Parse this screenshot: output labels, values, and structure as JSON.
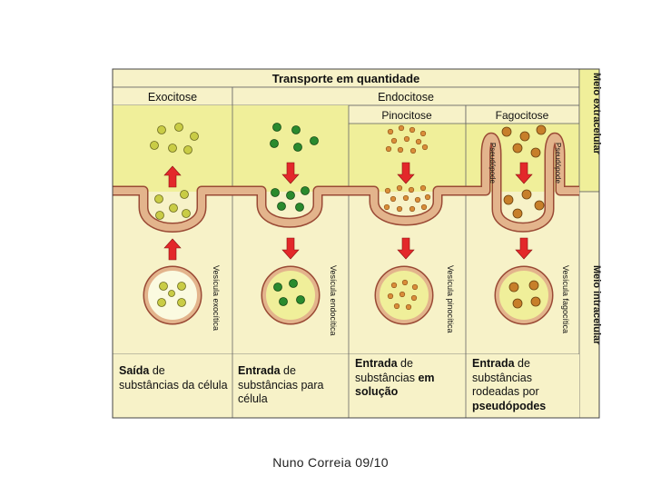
{
  "title": "Transporte em quantidade",
  "headers": {
    "exocitose": "Exocitose",
    "endocitose": "Endocitose",
    "pinocitose": "Pinocitose",
    "fagocitose": "Fagocitose"
  },
  "side_labels": {
    "extracellular": "Meio extracelular",
    "intracellular": "Meio intracelular"
  },
  "pseudopod_label": "Pseudópode",
  "vesicle_labels": {
    "exocitica": "Vesícula exocítica",
    "endocitica": "Vesícula endocítica",
    "pinocitica": "Vesícula pinocítica",
    "fagocitica": "Vesícula fagocítica"
  },
  "descriptions": [
    {
      "bold": "Saída",
      "rest": " de substâncias da célula"
    },
    {
      "bold": "Entrada",
      "rest": " de substâncias para célula"
    },
    {
      "bold": "Entrada",
      "rest": " de substâncias ",
      "bold2": "em solução"
    },
    {
      "bold": "Entrada",
      "rest": " de substâncias rodeadas por ",
      "bold2": "pseudópodes"
    }
  ],
  "caption": "Nuno Correia 09/10",
  "colors": {
    "extracellular_bg": "#f0ef9a",
    "intracellular_bg": "#f7f2c8",
    "header_bg": "#f7f2c8",
    "membrane": "#e3b48c",
    "membrane_border": "#9a4a35",
    "arrow": "#e3282a",
    "particle_exo": "#c9cc45",
    "particle_endo": "#2a8a2e",
    "particle_pino": "#d98d39",
    "particle_fago": "#c77f2a"
  }
}
